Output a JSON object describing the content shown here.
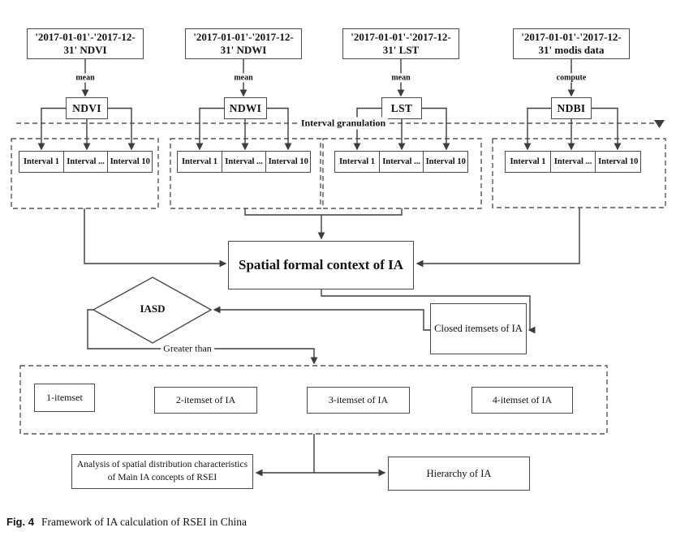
{
  "caption": {
    "label": "Fig. 4",
    "text": "Framework of IA calculation of RSEI in China"
  },
  "columns": [
    {
      "source": "'2017-01-01'-'2017-12-31' NDVI",
      "operation": "mean",
      "index": "NDVI"
    },
    {
      "source": "'2017-01-01'-'2017-12-31' NDWI",
      "operation": "mean",
      "index": "NDWI"
    },
    {
      "source": "'2017-01-01'-'2017-12-31' LST",
      "operation": "mean",
      "index": "LST"
    },
    {
      "source": "'2017-01-01'-'2017-12-31' modis data",
      "operation": "compute",
      "index": "NDBI"
    }
  ],
  "interval_labels": [
    "Interval 1",
    "Interval ...",
    "Interval 10"
  ],
  "annotations": {
    "granulation": "Interval granulation",
    "greater_than": "Greater than"
  },
  "nodes": {
    "spatial_context": "Spatial formal context of IA",
    "iasd": "IASD",
    "closed_itemsets": "Closed itemsets of IA",
    "itemsets": [
      "1-itemset",
      "2-itemset of IA",
      "3-itemset of IA",
      "4-itemset of IA"
    ],
    "analysis": "Analysis of spatial distribution characteristics of Main IA concepts of RSEI",
    "hierarchy": "Hierarchy of IA"
  },
  "colors": {
    "line": "#3d3d3d",
    "box_border": "#4a4a4a",
    "text": "#111111",
    "background": "#ffffff"
  }
}
